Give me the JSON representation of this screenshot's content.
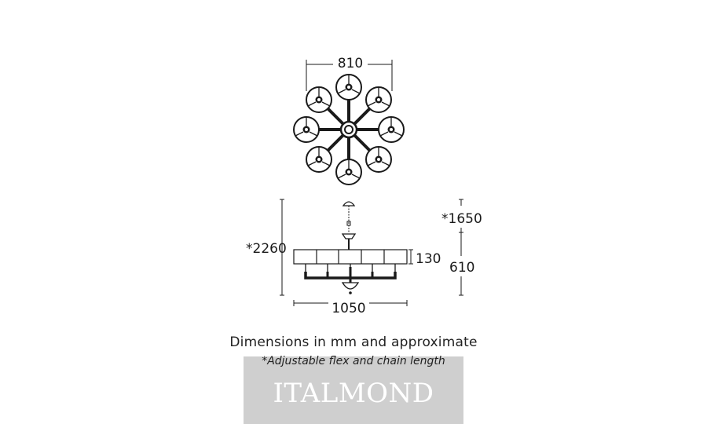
{
  "top_view": {
    "width_label": "810"
  },
  "side_view": {
    "overall_height_label": "*2260",
    "chain_length_label": "*1650",
    "body_height_label": "610",
    "shade_height_label": "130",
    "width_label": "1050"
  },
  "notes": {
    "dimensions": "Dimensions in mm and approximate",
    "adjustable": "*Adjustable flex and chain length"
  },
  "brand": {
    "watermark": "ITALMOND"
  },
  "colors": {
    "line": "#1a1a1a",
    "watermark_bg": "#cfcfcf",
    "watermark_text": "#ffffff"
  }
}
